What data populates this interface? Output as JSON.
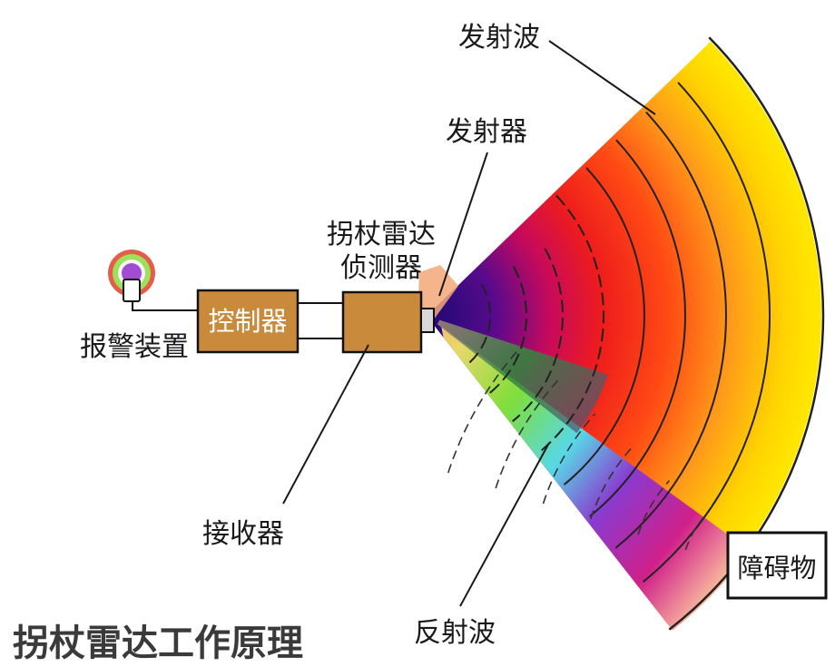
{
  "title": "拐杖雷达工作原理",
  "labels": {
    "emitted_wave": "发射波",
    "emitter": "发射器",
    "radar_line1": "拐杖雷达",
    "radar_line2": "侦测器",
    "controller": "控制器",
    "alarm": "报警装置",
    "receiver": "接收器",
    "reflected_wave": "反射波",
    "obstacle": "障碍物"
  },
  "colors": {
    "box_fill": "#c98a3c",
    "box_stroke": "#5a3410",
    "wave_red": "#ee1c1c",
    "wave_orange": "#ff8a1a",
    "wave_yellow": "#ffe000",
    "wave_purple": "#3b0a8c",
    "reflect_green": "#3fd04a",
    "reflect_cyan": "#58d8e6",
    "reflect_magenta": "#d0208a",
    "alarm_purple": "#a24cd6",
    "alarm_green": "#9fe05a",
    "alarm_red": "#e0402a"
  },
  "icons": [
    "alarm-light-icon"
  ]
}
